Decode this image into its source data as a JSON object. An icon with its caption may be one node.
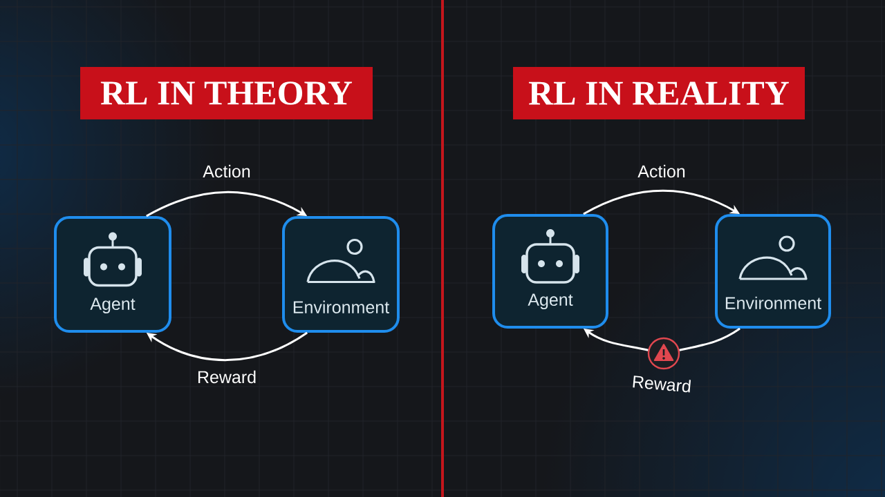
{
  "diagram": {
    "nodes": [
      {
        "text": [
          "RL IN THEORY"
        ]
      },
      {
        "text": [
          "Agent"
        ]
      },
      {
        "text": [
          "Environment"
        ]
      },
      {
        "text": [
          "RL IN REALITY"
        ]
      },
      {
        "text": [
          "Agent"
        ]
      },
      {
        "text": [
          "Environment"
        ]
      },
      {
        "text": [],
        "shape": "picture"
      }
    ],
    "edges": [
      {
        "from": 1,
        "to": 2,
        "arrow": "to",
        "label": "Action"
      },
      {
        "from": 2,
        "to": 1,
        "arrow": "to",
        "label": "Reward"
      },
      {
        "from": 4,
        "to": 5,
        "arrow": "to",
        "label": "Action"
      },
      {
        "from": 5,
        "to": 6,
        "arrow": "none"
      },
      {
        "from": 6,
        "to": 4,
        "arrow": "to",
        "label": "Reward"
      }
    ]
  }
}
